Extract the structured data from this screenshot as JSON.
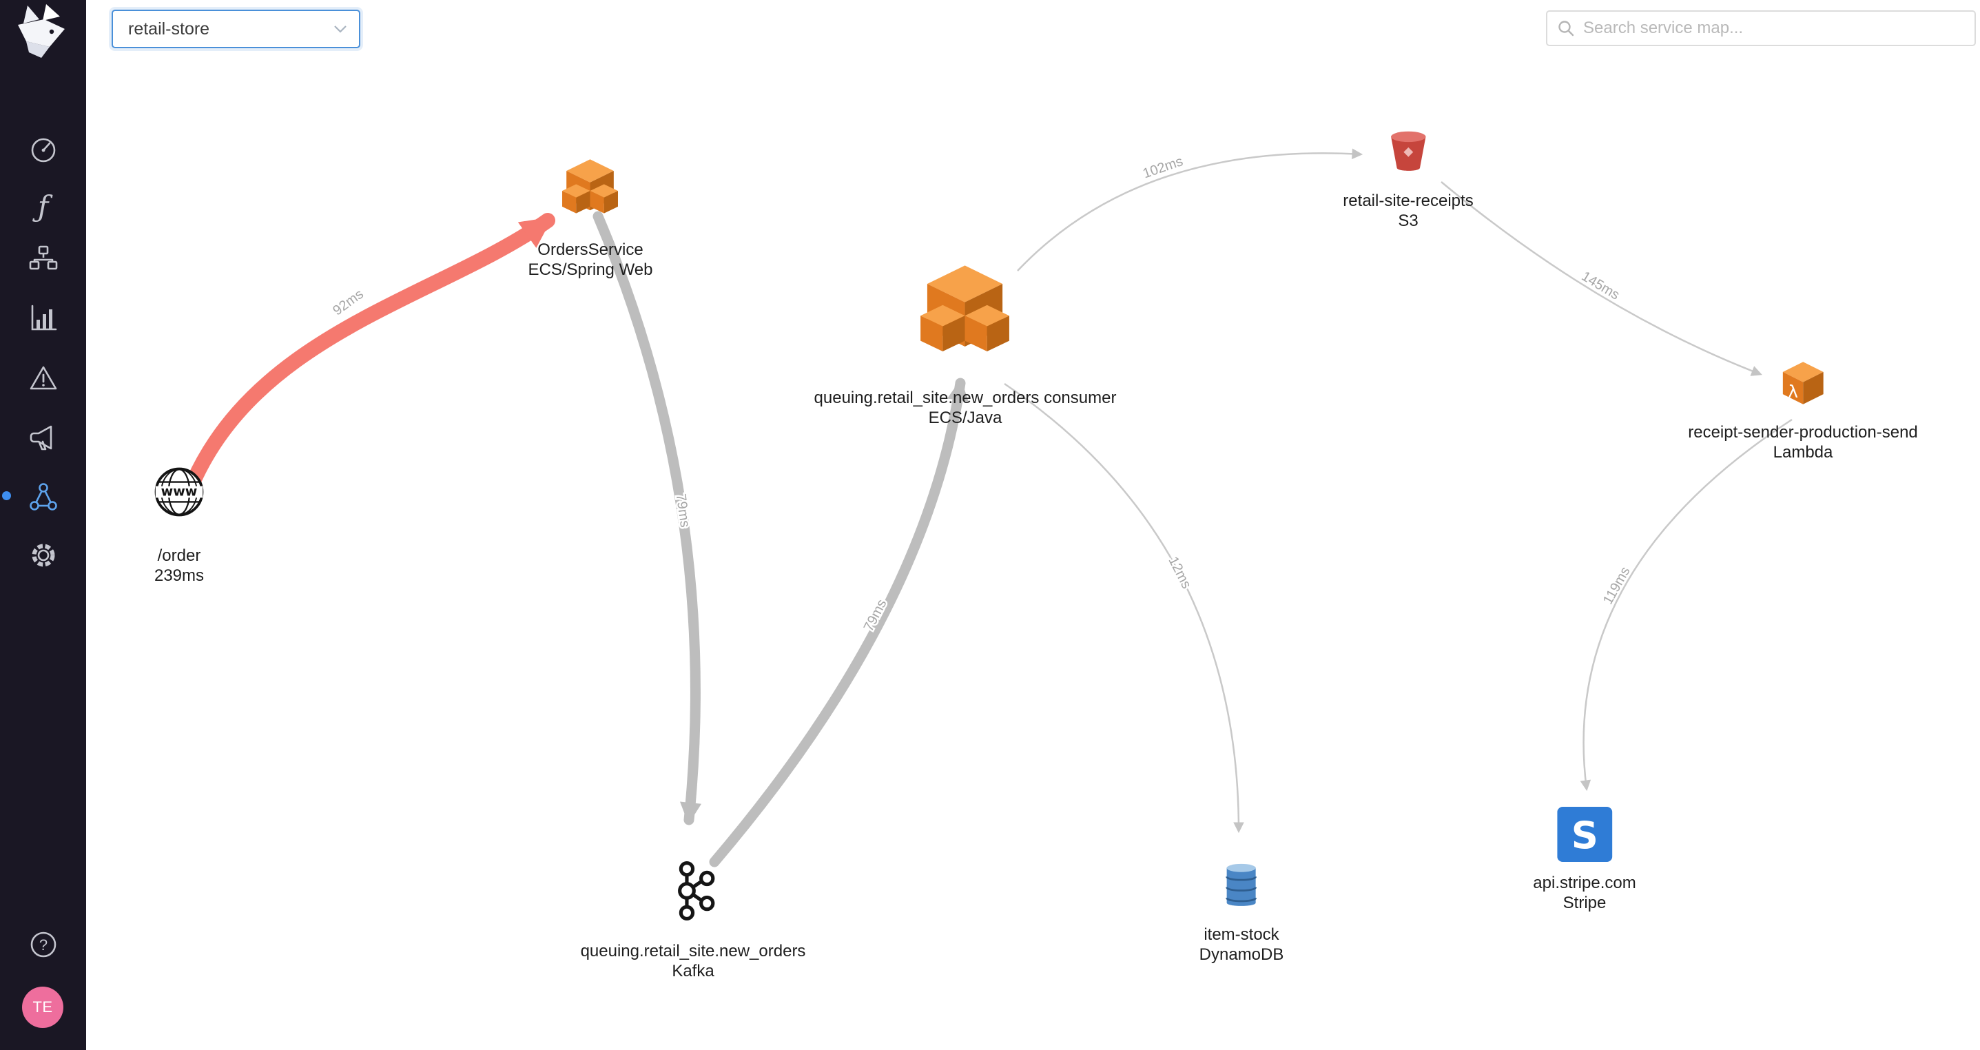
{
  "topbar": {
    "project_selector": {
      "value": "retail-store",
      "icon": "chevron-down-icon"
    },
    "search": {
      "placeholder": "Search service map...",
      "icon": "magnifier-icon"
    }
  },
  "sidebar": {
    "logo_icon": "rabbit-logo",
    "items": [
      {
        "name": "dashboard",
        "icon": "gauge-icon"
      },
      {
        "name": "functions",
        "icon": "function-icon",
        "glyph": "ƒ"
      },
      {
        "name": "architecture",
        "icon": "architecture-icon"
      },
      {
        "name": "analytics",
        "icon": "bar-chart-icon"
      },
      {
        "name": "alerts",
        "icon": "warning-icon"
      },
      {
        "name": "announcements",
        "icon": "megaphone-icon"
      },
      {
        "name": "service-map",
        "icon": "service-map-icon",
        "active": true
      },
      {
        "name": "settings",
        "icon": "gear-icon"
      }
    ],
    "help": {
      "icon": "help-icon",
      "glyph": "?"
    },
    "avatar": {
      "initials": "TE"
    }
  },
  "map": {
    "nodes": [
      {
        "line1": "/order",
        "line2": "239ms",
        "icon": "globe",
        "icon_text": "www"
      },
      {
        "line1": "OrdersService",
        "line2": "ECS/Spring Web",
        "icon": "ecs"
      },
      {
        "line1": "queuing.retail_site.new_orders consumer",
        "line2": "ECS/Java",
        "icon": "ecs"
      },
      {
        "line1": "queuing.retail_site.new_orders",
        "line2": "Kafka",
        "icon": "kafka"
      },
      {
        "line1": "retail-site-receipts",
        "line2": "S3",
        "icon": "s3"
      },
      {
        "line1": "receipt-sender-production-send",
        "line2": "Lambda",
        "icon": "lambda",
        "icon_text": "λ"
      },
      {
        "line1": "api.stripe.com",
        "line2": "Stripe",
        "icon": "stripe",
        "icon_text": "S"
      },
      {
        "line1": "item-stock",
        "line2": "DynamoDB",
        "icon": "dynamodb"
      }
    ],
    "edges": [
      {
        "from": "/order",
        "to": "OrdersService",
        "label": "92ms",
        "emphasis": "highlighted"
      },
      {
        "from": "OrdersService",
        "to": "queuing.retail_site.new_orders",
        "label": "79ms",
        "emphasis": "thick"
      },
      {
        "from": "queuing.retail_site.new_orders",
        "to": "queuing.retail_site.new_orders consumer",
        "label": "79ms",
        "emphasis": "thick"
      },
      {
        "from": "queuing.retail_site.new_orders consumer",
        "to": "retail-site-receipts",
        "label": "102ms",
        "emphasis": "thin"
      },
      {
        "from": "retail-site-receipts",
        "to": "receipt-sender-production-send",
        "label": "145ms",
        "emphasis": "thin"
      },
      {
        "from": "receipt-sender-production-send",
        "to": "api.stripe.com",
        "label": "119ms",
        "emphasis": "thin"
      },
      {
        "from": "queuing.retail_site.new_orders consumer",
        "to": "item-stock",
        "label": "12ms",
        "emphasis": "thin"
      }
    ]
  },
  "colors": {
    "sidebar_bg": "#1A1724",
    "accent_blue": "#4A90D9",
    "active_icon_blue": "#5EA4EE",
    "highlighted_edge": "#F5796F",
    "edge_gray": "#BDBDBD",
    "avatar_pink": "#EE6E9D",
    "aws_orange": "#F7A24A",
    "s3_red": "#C6453C",
    "dynamodb_blue": "#4A86C5",
    "stripe_blue": "#2F7CD6"
  }
}
